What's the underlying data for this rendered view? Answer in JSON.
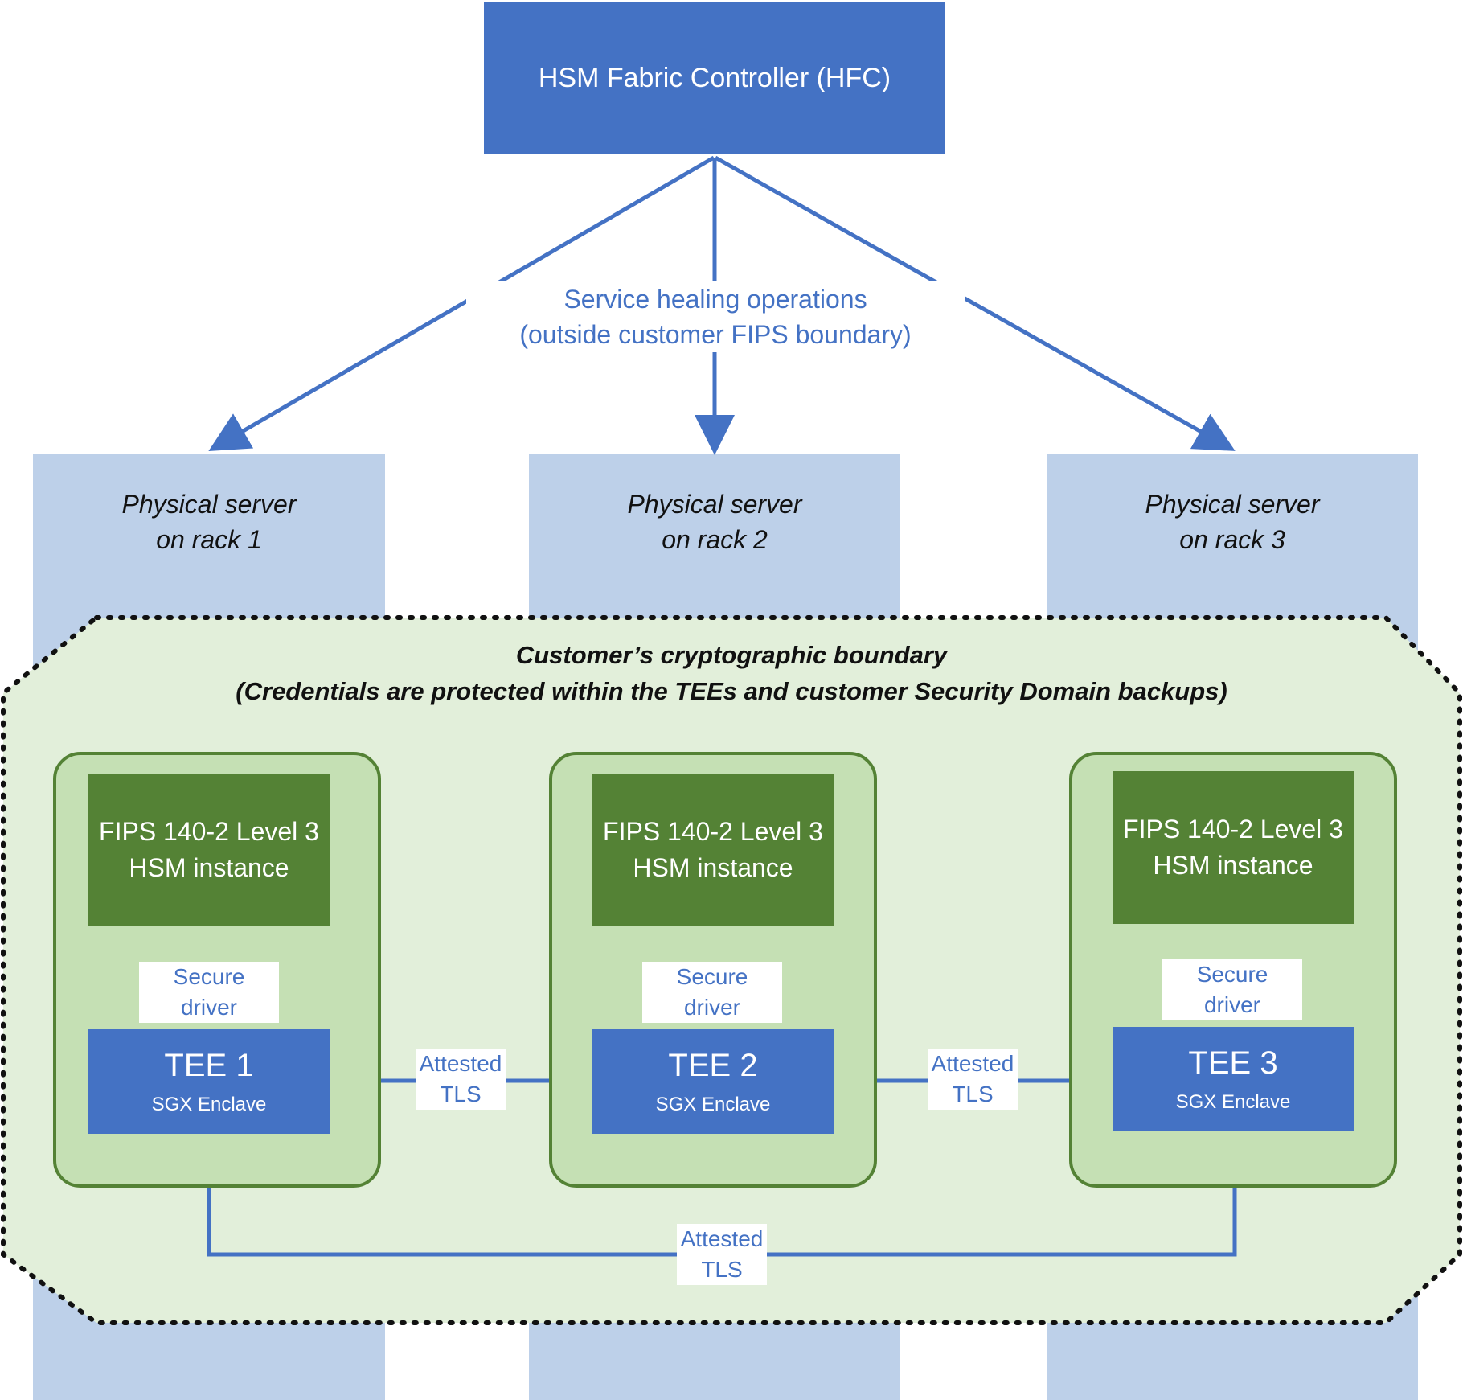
{
  "hfc": {
    "label": "HSM Fabric Controller (HFC)"
  },
  "service_ops": {
    "line1": "Service healing operations",
    "line2": "(outside customer FIPS boundary)"
  },
  "servers": [
    {
      "line1": "Physical server",
      "line2": "on rack 1"
    },
    {
      "line1": "Physical server",
      "line2": "on rack 2"
    },
    {
      "line1": "Physical server",
      "line2": "on rack 3"
    }
  ],
  "boundary": {
    "title": "Customer’s cryptographic boundary",
    "subtitle": "(Credentials are protected within the TEEs and customer Security Domain backups)"
  },
  "cells": [
    {
      "hsm_line1": "FIPS 140-2 Level 3",
      "hsm_line2": "HSM instance",
      "driver": "Secure driver",
      "tee": "TEE 1",
      "enclave": "SGX Enclave"
    },
    {
      "hsm_line1": "FIPS 140-2 Level 3",
      "hsm_line2": "HSM instance",
      "driver": "Secure driver",
      "tee": "TEE 2",
      "enclave": "SGX Enclave"
    },
    {
      "hsm_line1": "FIPS 140-2 Level 3",
      "hsm_line2": "HSM instance",
      "driver": "Secure driver",
      "tee": "TEE 3",
      "enclave": "SGX Enclave"
    }
  ],
  "links": [
    {
      "line1": "Attested",
      "line2": "TLS"
    },
    {
      "line1": "Attested",
      "line2": "TLS"
    },
    {
      "line1": "Attested",
      "line2": "TLS"
    }
  ],
  "colors": {
    "blue": "#4472C4",
    "light_blue": "#BDD0E9",
    "dark_green": "#548235",
    "mid_green": "#C5E0B4",
    "pale_green": "#E2EFDA"
  }
}
